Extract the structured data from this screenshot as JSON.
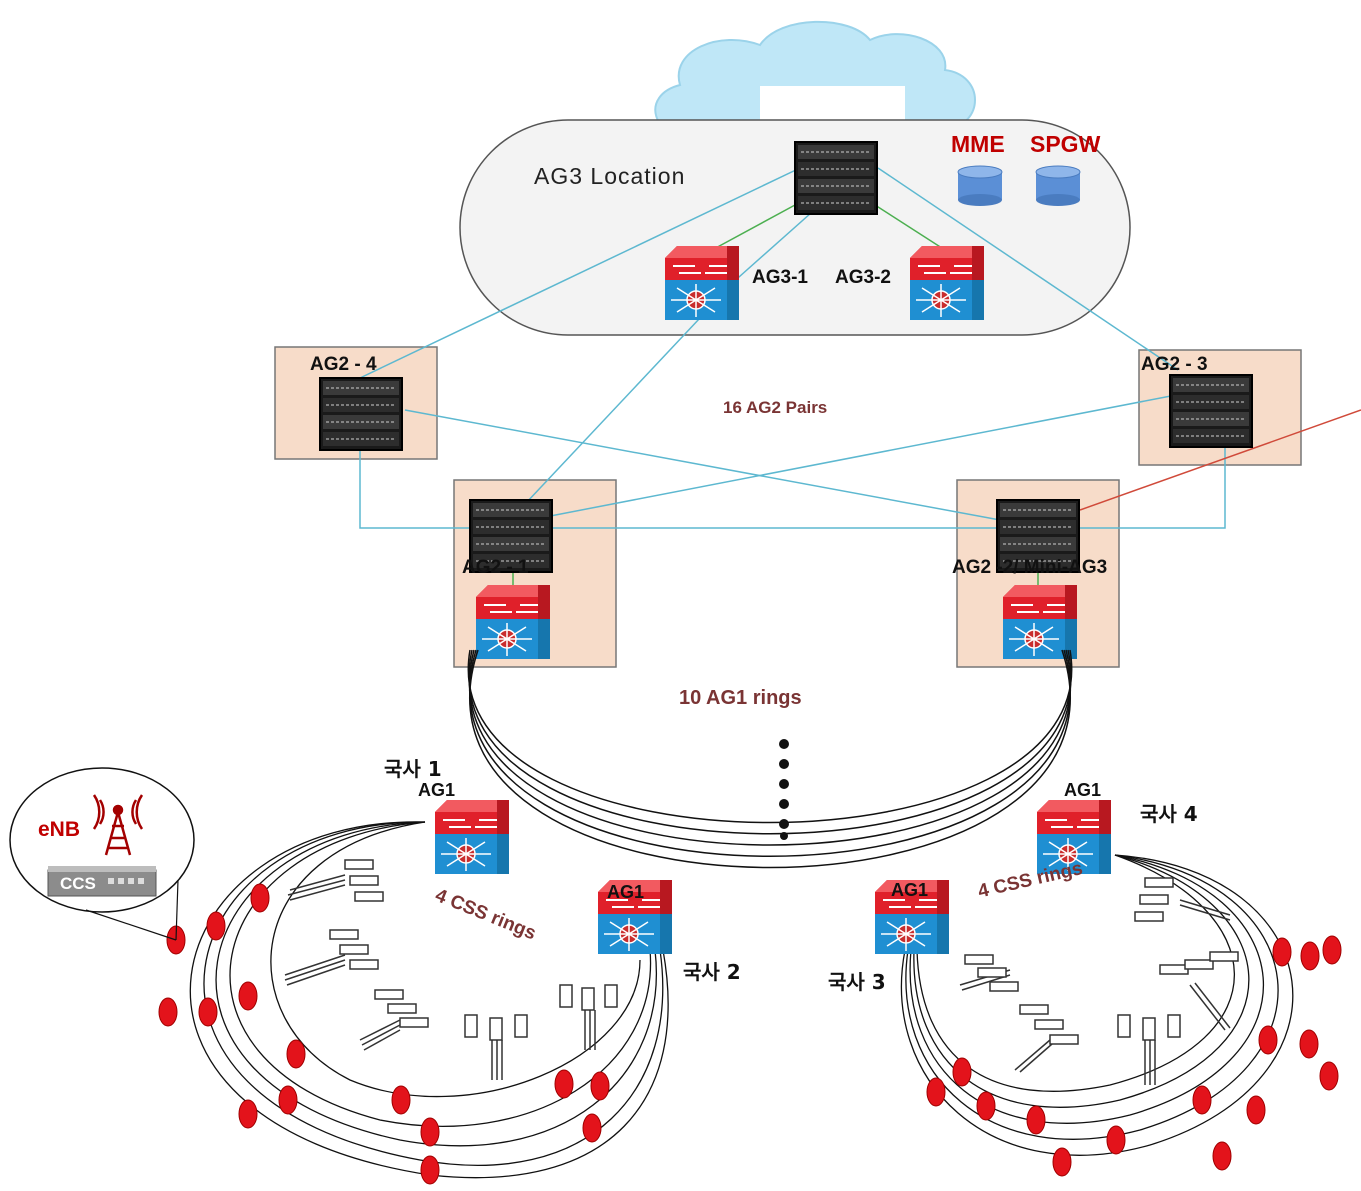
{
  "core": {
    "location_label": "AG3 Location",
    "mme_label": "MME",
    "spgw_label": "SPGW",
    "ag3_1_label": "AG3-1",
    "ag3_2_label": "AG3-2"
  },
  "aggregation": {
    "ag2_4_label": "AG2 - 4",
    "ag2_3_label": "AG2 - 3",
    "ag2_1_label": "AG2 - 1",
    "ag2_2_label": "AG2 -2/ Mini-AG3",
    "pairs_label": "16 AG2 Pairs",
    "rings_label": "10 AG1 rings"
  },
  "access": {
    "ag1_label": "AG1",
    "site1": "국사 1",
    "site2": "국사 2",
    "site3": "국사 3",
    "site4": "국사 4",
    "css_rings_left": "4 CSS rings",
    "css_rings_right": "4 CSS rings"
  },
  "inset": {
    "enb_label": "eNB",
    "ccs_label": "CCS"
  },
  "colors": {
    "link_blue": "#5db8d0",
    "link_green": "#4caf50",
    "link_red": "#d04a3a",
    "node_red": "#e3131b",
    "box_fill": "#f7dcc9",
    "label_maroon": "#7a3434",
    "label_red": "#c00000"
  }
}
